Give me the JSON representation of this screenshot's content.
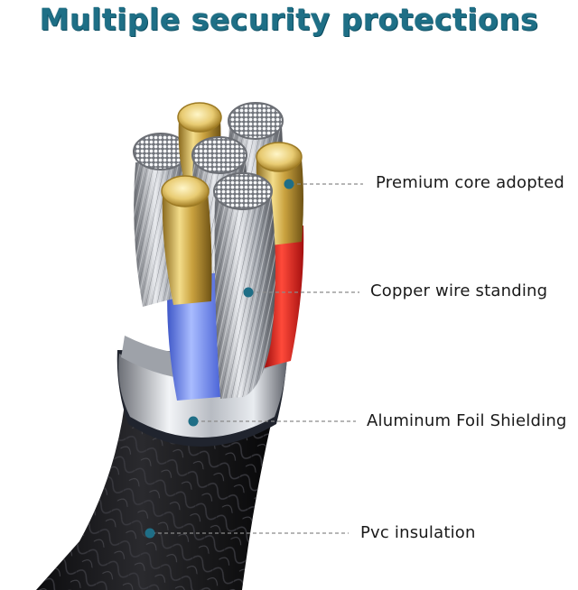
{
  "title": "Multiple security protections",
  "callouts": [
    {
      "label": "Premium core adopted"
    },
    {
      "label": "Copper wire standing"
    },
    {
      "label": "Aluminum Foil Shielding"
    },
    {
      "label": "Pvc insulation"
    }
  ],
  "colors": {
    "title": "#1e6f86",
    "callout_dot": "#1f6e86",
    "callout_line": "#8a8a8a",
    "jacket": "#1b1b1e",
    "foil_ring": "#c8ccd2",
    "gold_core": "#d8b85a",
    "copper_strand": "#b9bcc2",
    "blue_insulation": "#6f8ff0",
    "red_insulation": "#e02020"
  }
}
